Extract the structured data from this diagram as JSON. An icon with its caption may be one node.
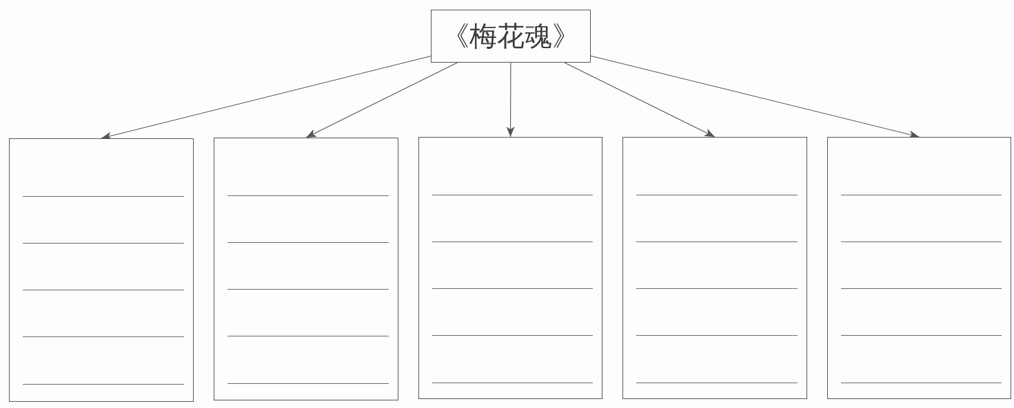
{
  "diagram": {
    "nodes": [
      {
        "text": [
          "《梅花魂》"
        ]
      },
      {
        "text": [],
        "shape": "box"
      },
      {
        "text": [],
        "shape": "box"
      },
      {
        "text": [],
        "shape": "box"
      },
      {
        "text": [],
        "shape": "box"
      },
      {
        "text": [],
        "shape": "box"
      }
    ],
    "edges": [
      {
        "from": 0,
        "to": 1,
        "arrow": "to"
      },
      {
        "from": 0,
        "to": 2,
        "arrow": "to"
      },
      {
        "from": 0,
        "to": 3,
        "arrow": "to"
      },
      {
        "from": 0,
        "to": 4,
        "arrow": "to"
      },
      {
        "from": 0,
        "to": 5,
        "arrow": "to"
      }
    ]
  }
}
